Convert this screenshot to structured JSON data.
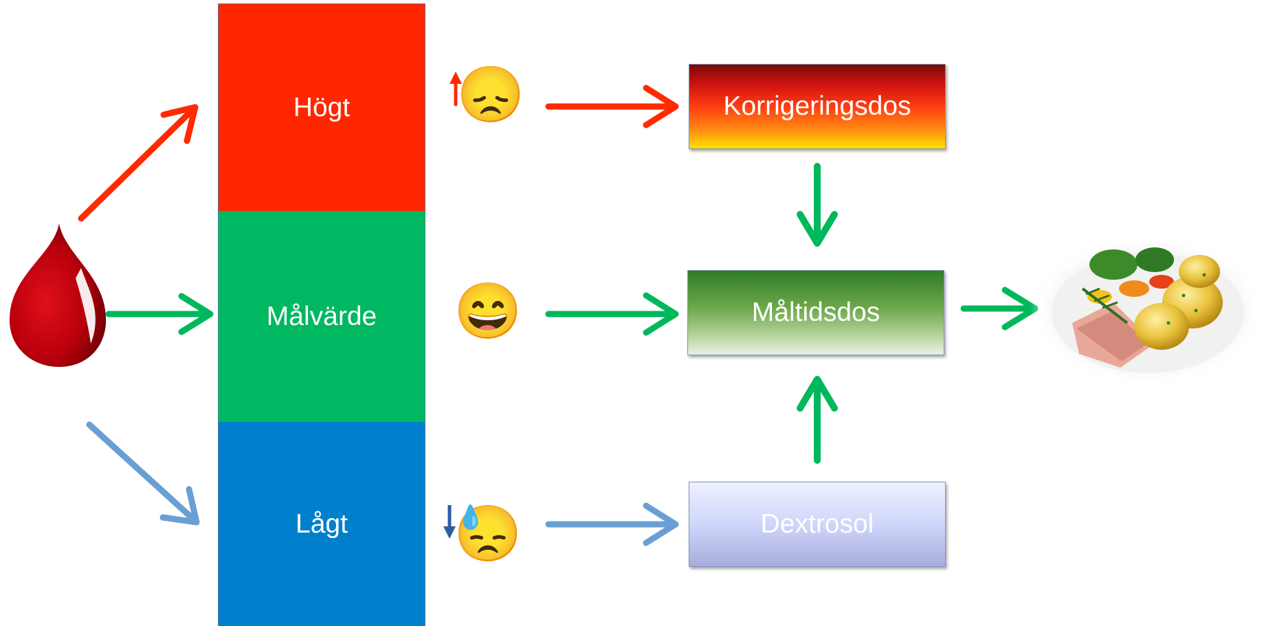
{
  "levels": {
    "high": "Högt",
    "target": "Målvärde",
    "low": "Lågt"
  },
  "doses": {
    "correction": "Korrigeringsdos",
    "meal": "Måltidsdos",
    "dextrose": "Dextrosol"
  },
  "emoji": {
    "high": "😞",
    "target": "😄",
    "low": "😓"
  },
  "colors": {
    "red": "#ff2600",
    "green": "#00b862",
    "blue": "#0080cc",
    "arrow_red": "#ff2a00",
    "arrow_green": "#00b85c",
    "arrow_blue": "#6a9fd4"
  },
  "icons": {
    "source": "blood-drop-icon",
    "target": "meal-plate-image"
  }
}
